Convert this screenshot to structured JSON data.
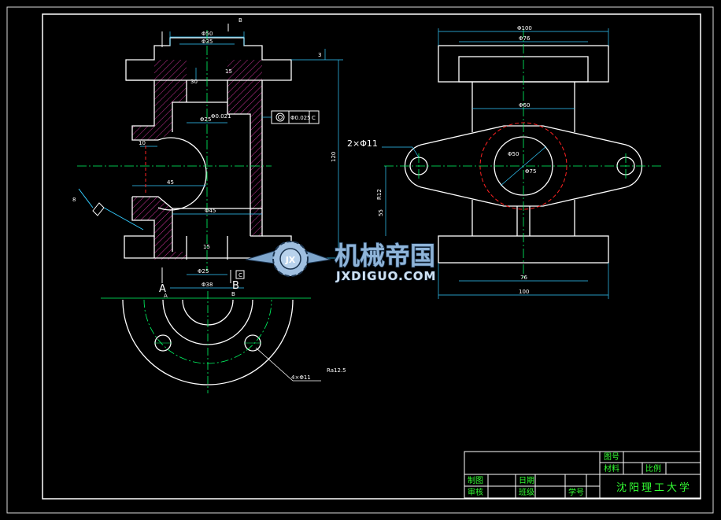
{
  "colors": {
    "background": "#000000",
    "outline": "#ffffff",
    "center_line": "#00ff66",
    "dimension": "#33ccff",
    "hatch": "#cc3399",
    "hidden_circle": "#ff2222",
    "title_text": "#33ff33"
  },
  "front_view": {
    "dims": {
      "top_outer": "Φ50",
      "top_inner": "Φ35",
      "depth_top": "15",
      "step": "30",
      "bore": "Φ25",
      "bore_tol": "Φ0.021",
      "side_hole": "10",
      "width": "45",
      "inner": "Φ45",
      "bottom_depth": "15",
      "bottom_bore": "Φ25",
      "bottom_outer": "Φ38",
      "height": "120",
      "flange": "3",
      "chamfer": "8"
    },
    "gtol_value": "Φ0.025",
    "gtol_datum": "C",
    "datum_b_top": "B",
    "datum_b_bottom": "B",
    "section_a_left": "A",
    "section_b": "B",
    "datum_label_left": "A",
    "bottom_datum": "C"
  },
  "side_view": {
    "dims": {
      "top_width": "Φ100",
      "top_inner": "Φ76",
      "mid": "Φ60",
      "circle_outer": "Φ50",
      "circle_inner": "Φ75",
      "r_label": "R12",
      "offset": "55",
      "bottom_76": "76",
      "bottom_100": "100"
    },
    "hole_callout": "2×Φ11"
  },
  "bottom_view": {
    "hole_callout": "4×Φ11",
    "roughness": "Ra12.5"
  },
  "watermark": {
    "cn": "机械帝国",
    "en": "JXDIGUO.COM",
    "badge": "JX"
  },
  "title_block": {
    "drawing_no_label": "图号",
    "material_label": "材料",
    "scale_label": "比例",
    "drafted_label": "制图",
    "checked_label": "审核",
    "date_label": "日期",
    "class_label": "班级",
    "student_no_label": "学号",
    "school": "沈阳理工大学"
  }
}
